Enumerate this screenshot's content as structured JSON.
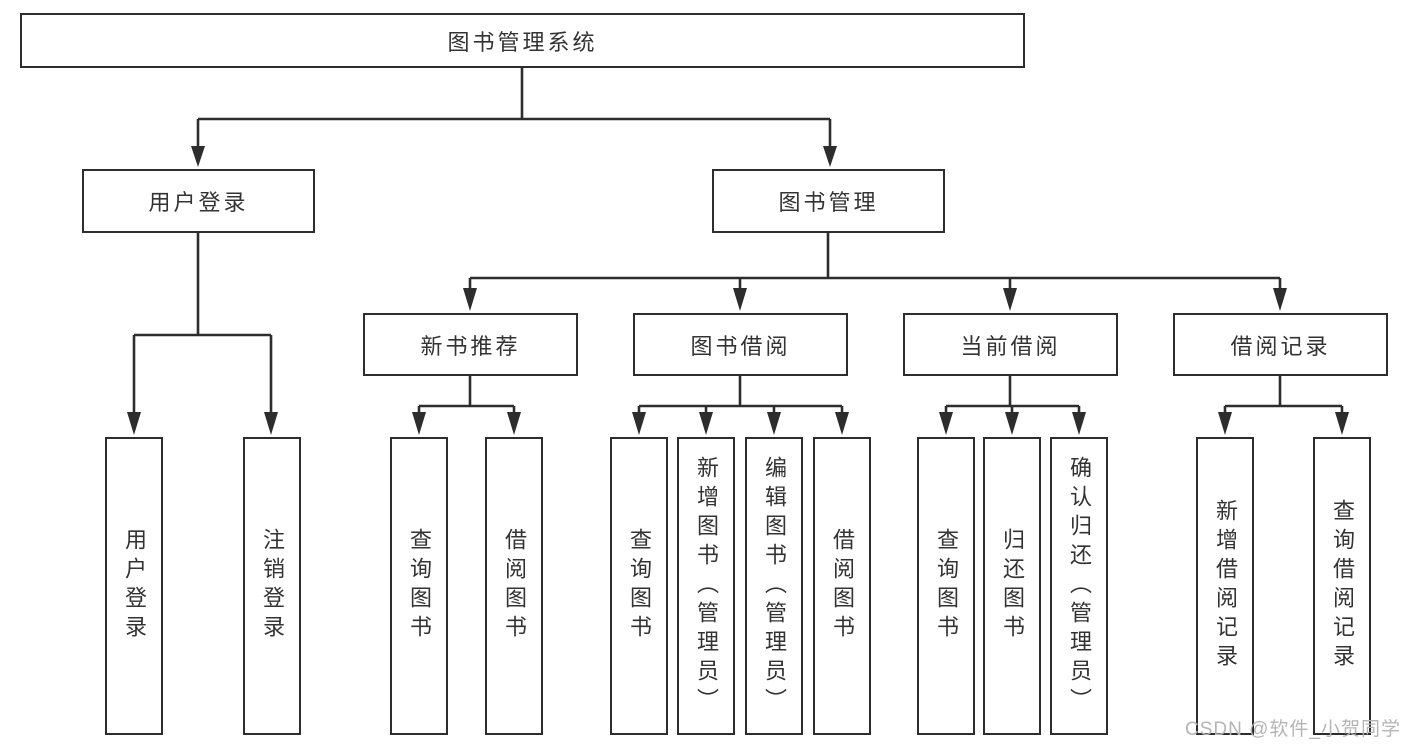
{
  "diagram": {
    "root": {
      "label": "图书管理系统"
    },
    "level2": [
      {
        "label": "用户登录"
      },
      {
        "label": "图书管理"
      }
    ],
    "level3": [
      {
        "label": "新书推荐",
        "parent": "图书管理"
      },
      {
        "label": "图书借阅",
        "parent": "图书管理"
      },
      {
        "label": "当前借阅",
        "parent": "图书管理"
      },
      {
        "label": "借阅记录",
        "parent": "图书管理"
      }
    ],
    "leaves": [
      {
        "label": "用户登录",
        "parent": "用户登录"
      },
      {
        "label": "注销登录",
        "parent": "用户登录"
      },
      {
        "label": "查询图书",
        "parent": "新书推荐"
      },
      {
        "label": "借阅图书",
        "parent": "新书推荐"
      },
      {
        "label": "查询图书",
        "parent": "图书借阅"
      },
      {
        "label": "新增图书（管理员）",
        "parent": "图书借阅"
      },
      {
        "label": "编辑图书（管理员）",
        "parent": "图书借阅"
      },
      {
        "label": "借阅图书",
        "parent": "图书借阅"
      },
      {
        "label": "查询图书",
        "parent": "当前借阅"
      },
      {
        "label": "归还图书",
        "parent": "当前借阅"
      },
      {
        "label": "确认归还（管理员）",
        "parent": "当前借阅"
      },
      {
        "label": "新增借阅记录",
        "parent": "借阅记录"
      },
      {
        "label": "查询借阅记录",
        "parent": "借阅记录"
      }
    ],
    "watermark": "CSDN @软件_小贺同学",
    "colors": {
      "line": "#2d2d2d",
      "text": "#333333",
      "watermark": "#b5b5b5",
      "background": "#ffffff"
    }
  }
}
